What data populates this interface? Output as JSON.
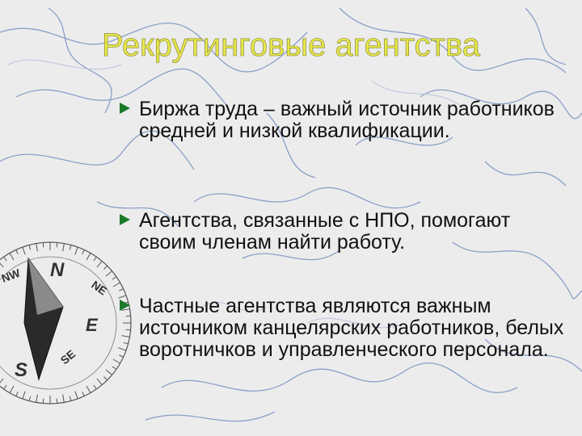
{
  "slide": {
    "title": "Рекрутинговые агентства",
    "bullets": [
      "Биржа труда – важный источник работников средней и низкой квалификации.",
      "Агентства, связанные с НПО, помогают своим членам найти работу.",
      "Частные агентства являются важным источником канцелярских работников, белых воротничков и управленческого персонала."
    ]
  },
  "compass": {
    "north": "N",
    "south": "S",
    "east": "E",
    "northwest": "NW",
    "northeast": "NE",
    "southeast": "SE"
  },
  "colors": {
    "background": "#ececec",
    "title": "#e8e84a",
    "bullet_arrow": "#1a7a2a",
    "contour_lines": "#8aa0c8"
  }
}
